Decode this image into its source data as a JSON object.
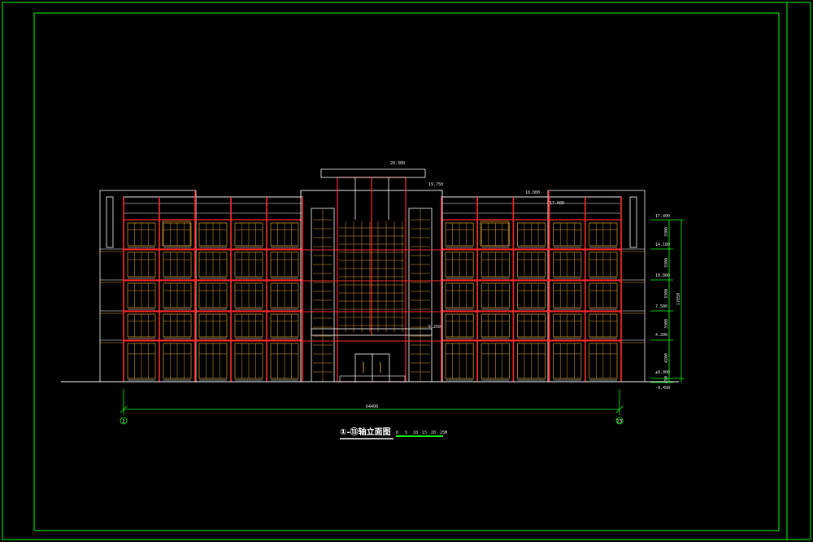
{
  "drawing": {
    "title": "①-⑬轴立面图",
    "scale_bar_labels": [
      "0",
      "5",
      "10",
      "15",
      "20",
      "25M"
    ],
    "overall_dimension": "64400",
    "axis_left": "1",
    "axis_right": "13",
    "roof_top_elev": "20.300",
    "parapet_elev": "19.750",
    "side_parapet_elev": "18.800",
    "right_parapet_elev": "17.600",
    "canopy_elev": "5.250",
    "level_labels": [
      "17.400",
      "14.100",
      "10.800",
      "7.500",
      "4.200",
      "±0.000",
      "-0.450"
    ],
    "segment_dims": [
      "3300",
      "3300",
      "3300",
      "3300",
      "4200",
      "450"
    ],
    "total_height_dim": "17850"
  },
  "colors": {
    "background": "#000000",
    "frame": "#00ff00",
    "outline": "#ffffff",
    "structure": "#ff2a2a",
    "glazing": "#e0a030",
    "annotation": "#00ff00"
  }
}
